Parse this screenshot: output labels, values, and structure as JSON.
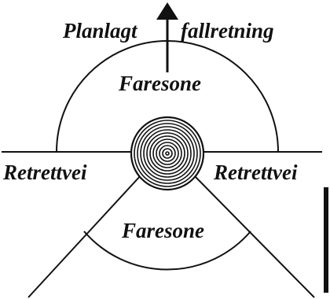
{
  "diagram": {
    "top_label_left": "Planlagt",
    "top_label_right": "fallretning",
    "upper_zone": "Faresone",
    "retreat_left": "Retrettvei",
    "retreat_right": "Retrettvei",
    "lower_zone": "Faresone",
    "line_color": "#111111"
  }
}
